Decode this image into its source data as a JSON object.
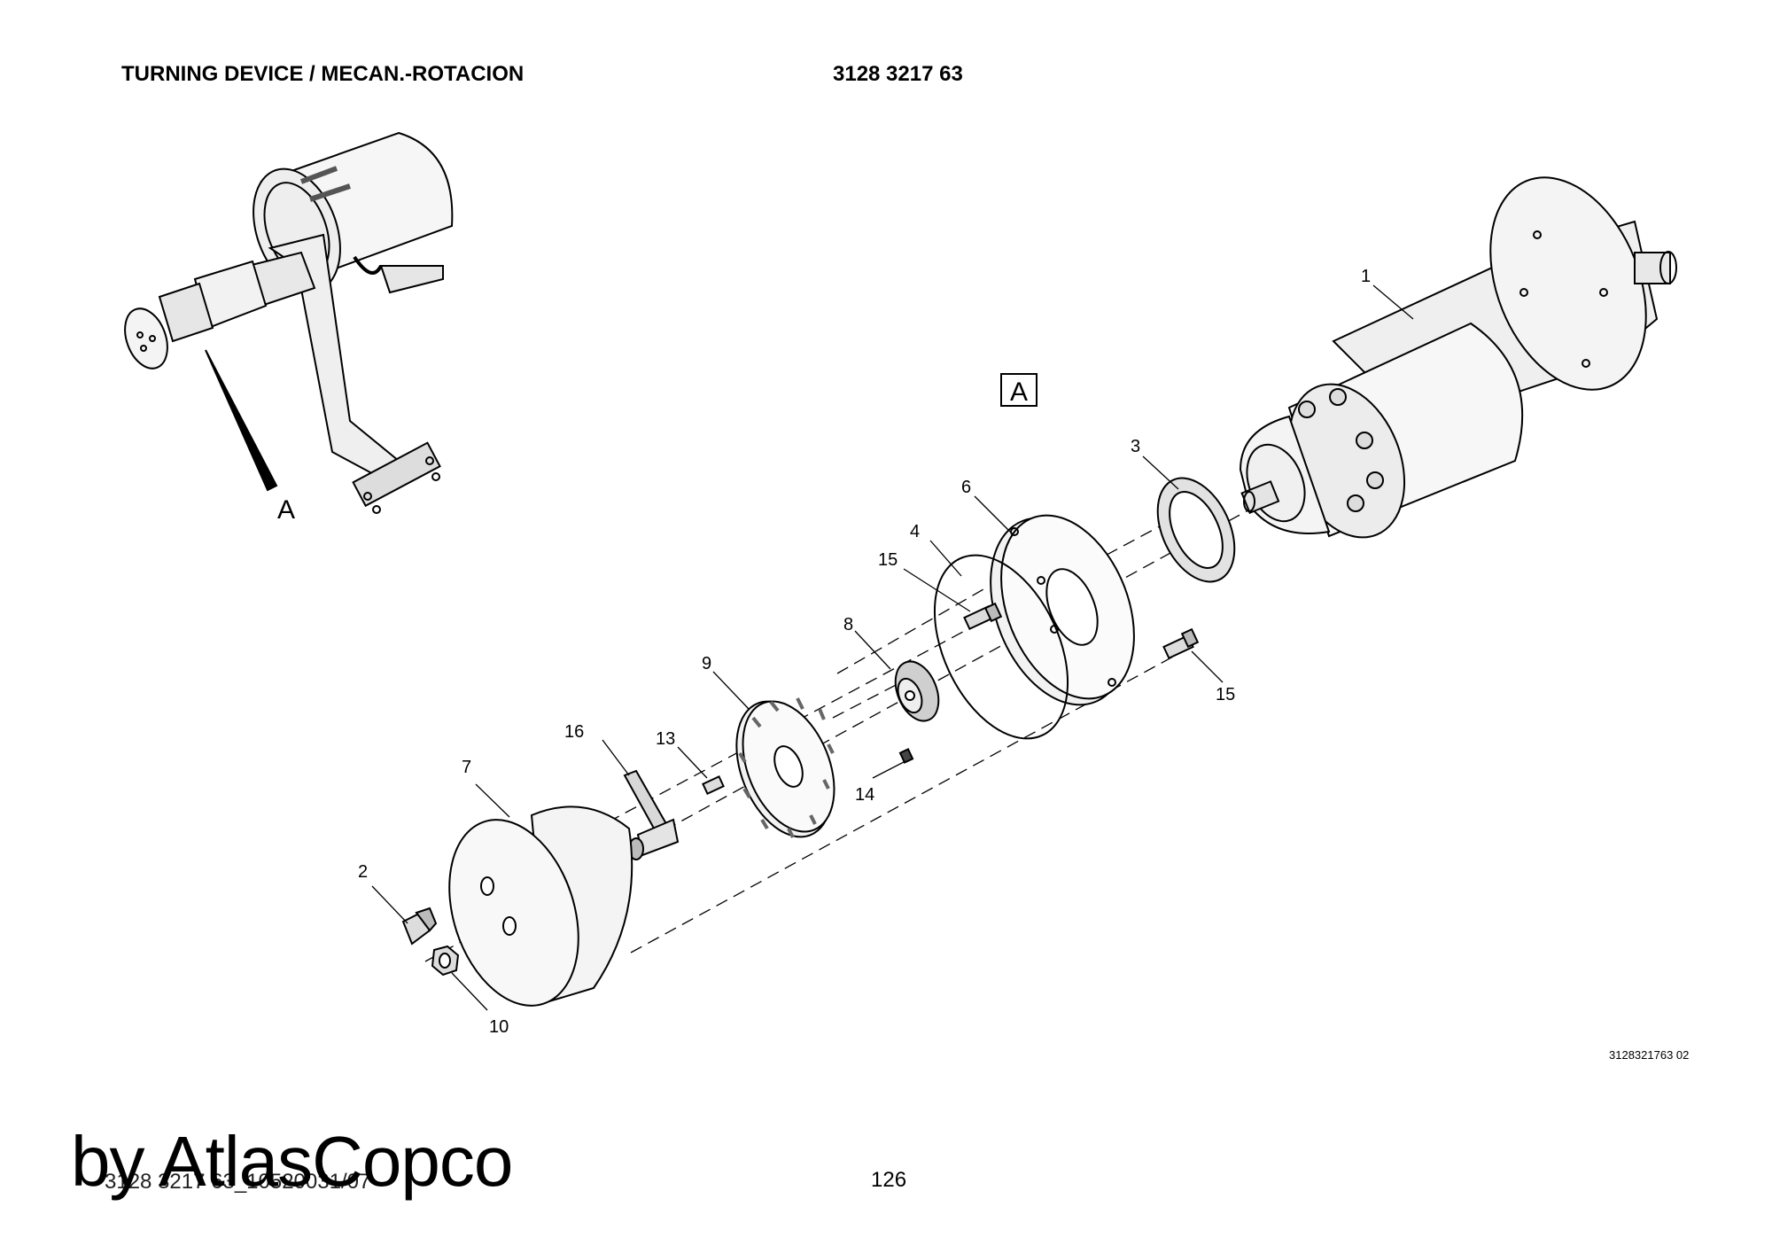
{
  "header": {
    "title": "TURNING DEVICE / MECAN.-ROTACION",
    "part_number": "3128 3217 63"
  },
  "view_label": "A",
  "view_pointer_label": "A",
  "callouts": {
    "p1": "1",
    "p2": "2",
    "p3": "3",
    "p4": "4",
    "p6": "6",
    "p7": "7",
    "p8": "8",
    "p9": "9",
    "p10": "10",
    "p13": "13",
    "p14": "14",
    "p15a": "15",
    "p15b": "15",
    "p16": "16"
  },
  "footer": {
    "drawing_code": "3128321763 02",
    "doc_ref": "3128 3217 63_10520031/07",
    "page_number": "126",
    "watermark": "by AtlasCopco"
  }
}
